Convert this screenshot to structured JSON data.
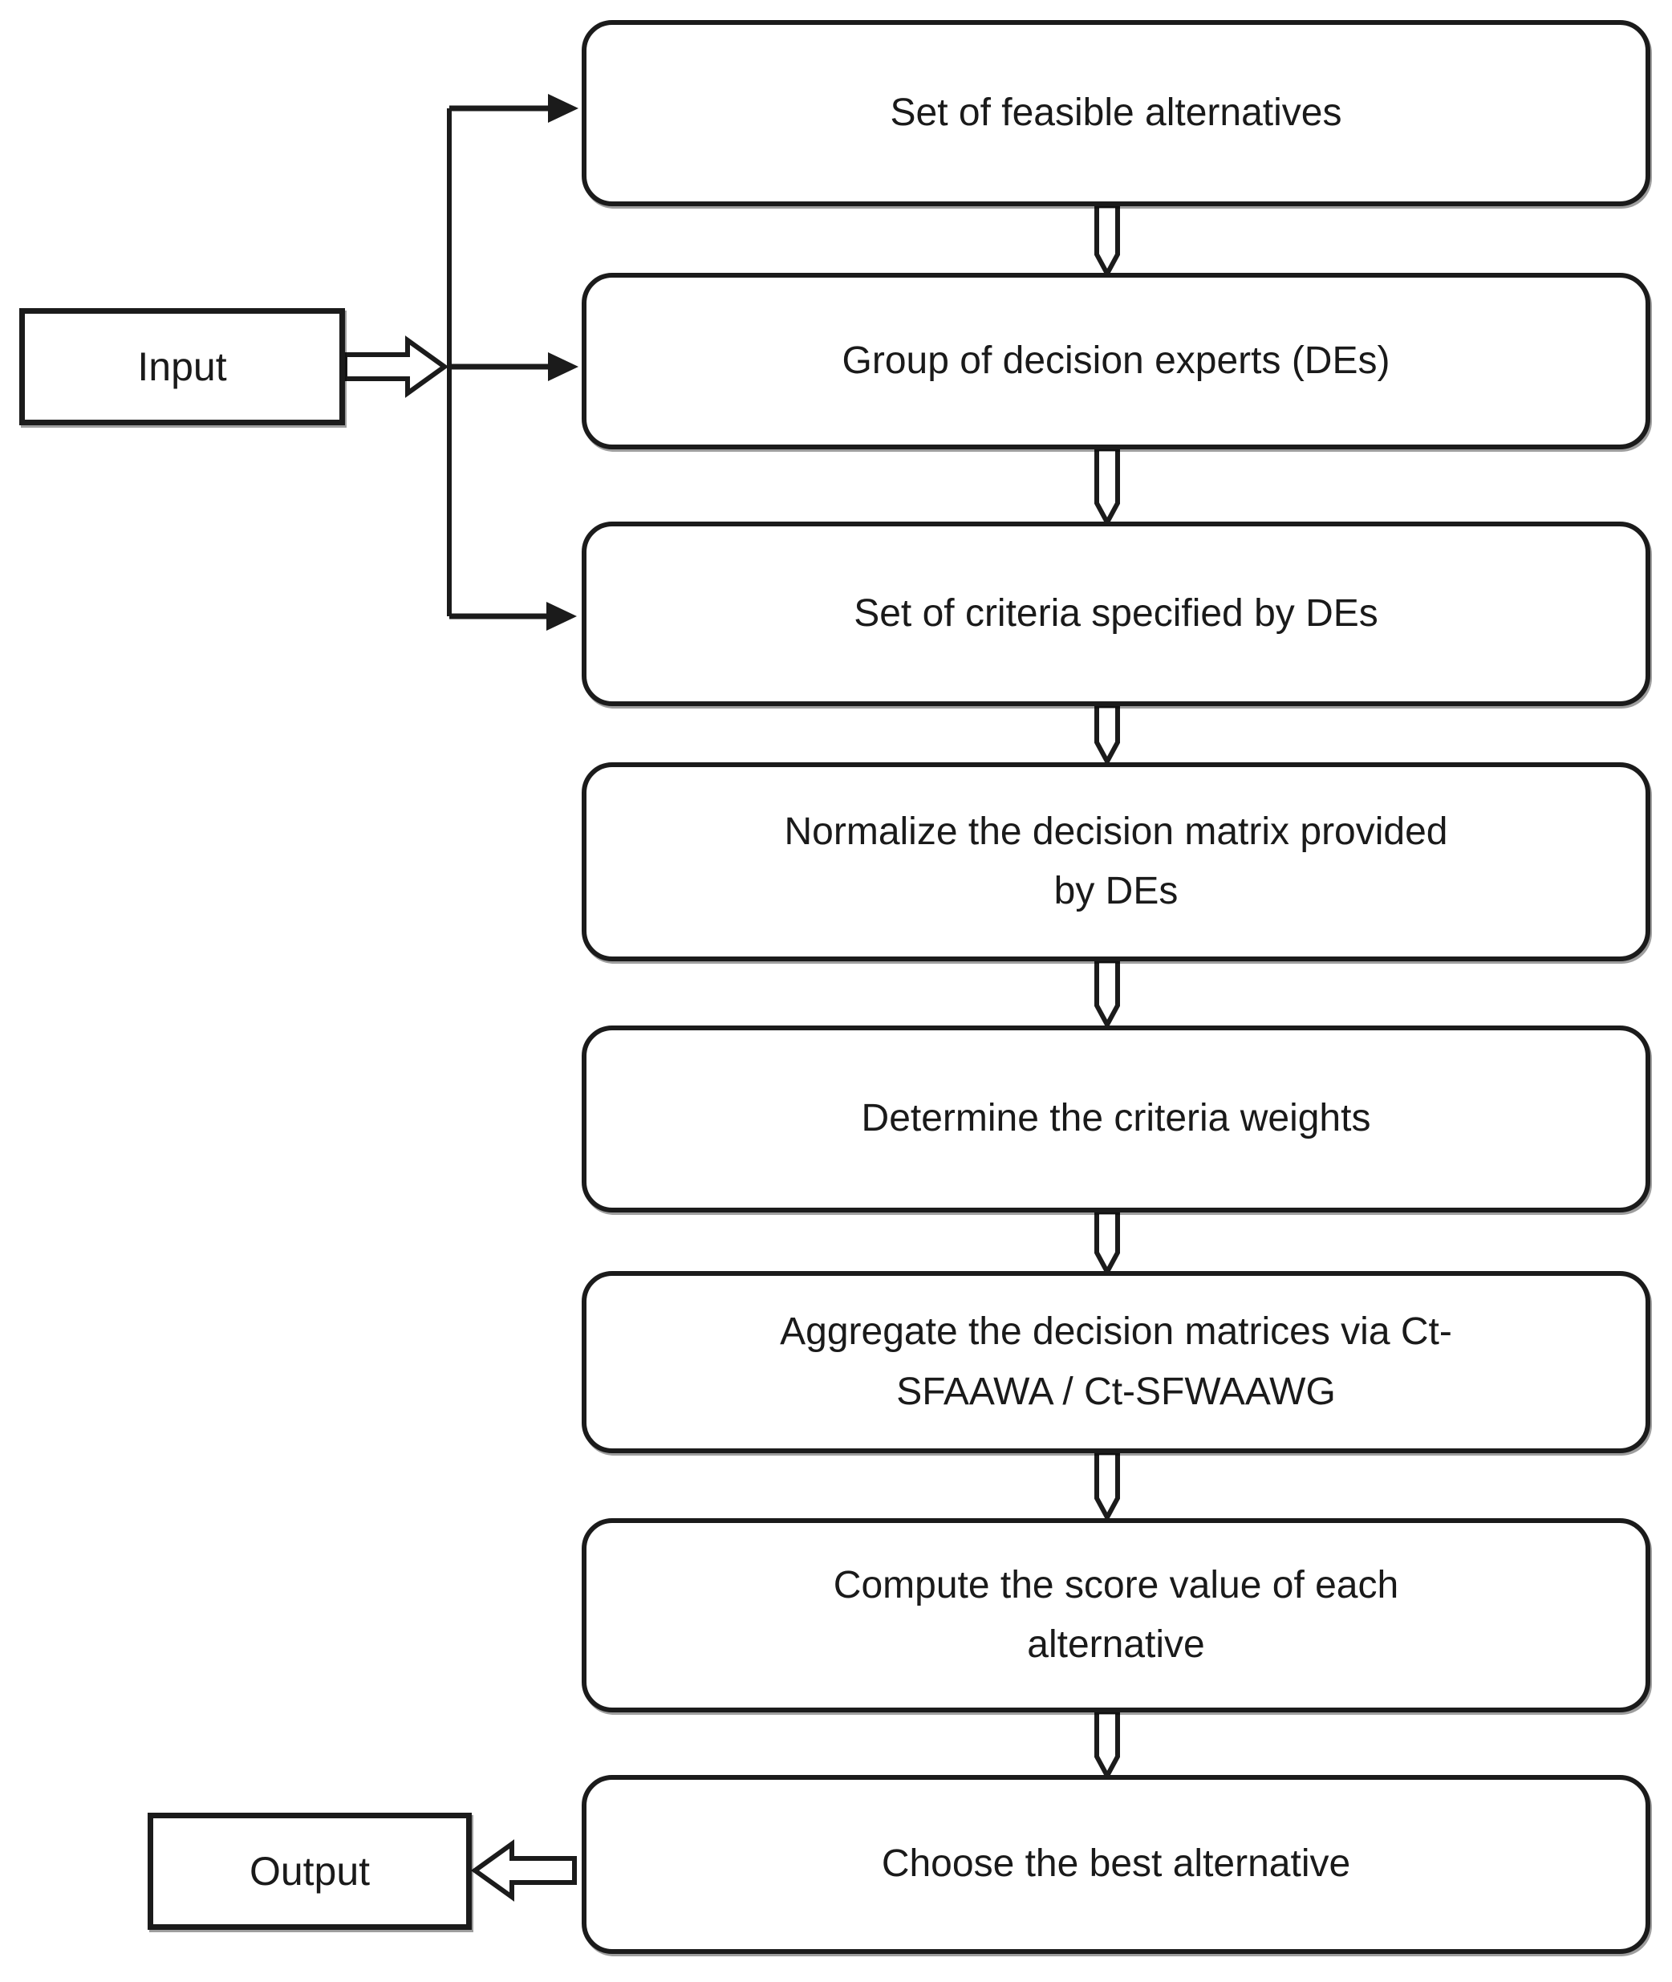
{
  "flowchart": {
    "input": {
      "label": "Input"
    },
    "output": {
      "label": "Output"
    },
    "steps": [
      {
        "label": "Set of feasible alternatives"
      },
      {
        "label": "Group of decision experts (DEs)"
      },
      {
        "label": "Set of criteria specified by DEs"
      },
      {
        "label": "Normalize the decision matrix provided\nby DEs"
      },
      {
        "label": "Determine the criteria weights"
      },
      {
        "label": "Aggregate the decision matrices via Ct-\nSFAAWA / Ct-SFWAAWG"
      },
      {
        "label": "Compute the score value of each\nalternative"
      },
      {
        "label": "Choose the best alternative"
      }
    ],
    "colors": {
      "line": "#1b1b1b",
      "shape_fill": "#ffffff",
      "text": "#1a1a1a",
      "background": "#ffffff"
    }
  }
}
